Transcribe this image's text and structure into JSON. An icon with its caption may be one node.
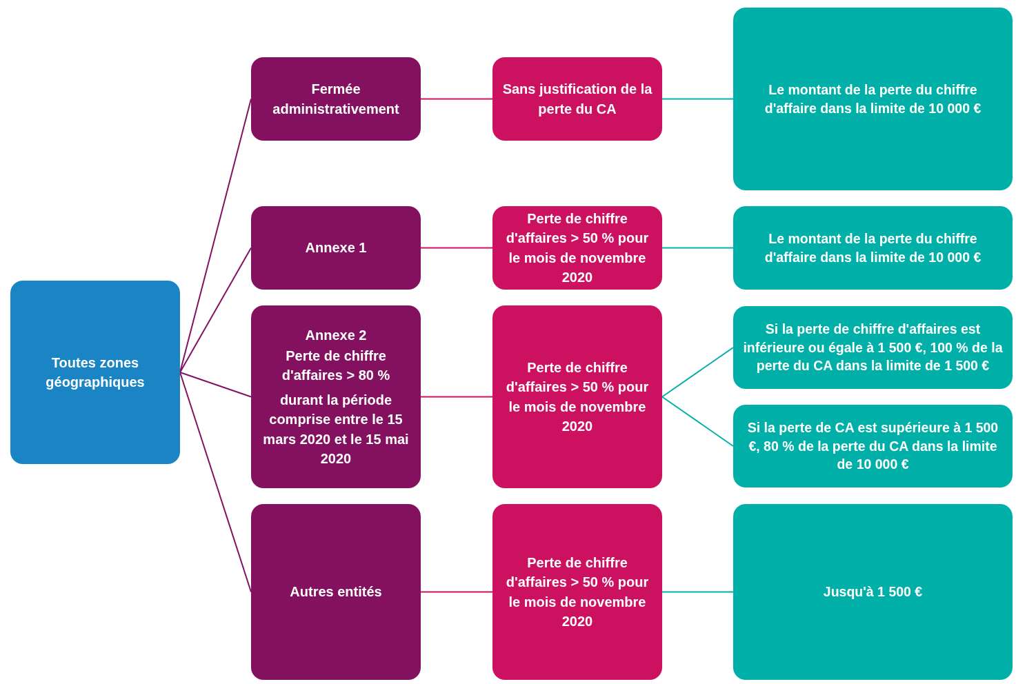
{
  "diagram": {
    "nodes": [
      {
        "text": [
          "Toutes zones géographiques"
        ]
      },
      {
        "text": [
          "Fermée administrativement"
        ]
      },
      {
        "text": [
          "Sans justification de la perte du CA"
        ]
      },
      {
        "text": [
          "Le montant de la perte du chiffre d'affaire dans la limite de 10 000 €"
        ]
      },
      {
        "text": [
          "Annexe 1"
        ]
      },
      {
        "text": [
          "Perte de chiffre d'affaires > 50 % pour le mois de novembre 2020"
        ]
      },
      {
        "text": [
          "Le montant de la perte du chiffre d'affaire dans la limite de 10 000 €"
        ]
      },
      {
        "text": [
          "Annexe 2",
          "Perte de chiffre d'affaires > 80 %",
          "durant la période comprise entre le 15 mars 2020 et le 15 mai 2020"
        ]
      },
      {
        "text": [
          "Perte de chiffre d'affaires > 50 % pour le mois de novembre 2020"
        ]
      },
      {
        "text": [
          "Si la perte de chiffre d'affaires est inférieure ou égale à 1 500 €, 100 % de la perte du CA dans la limite de 1 500 €"
        ]
      },
      {
        "text": [
          "Si la perte de CA est supérieure à 1 500 €, 80 % de la perte du CA dans la limite de 10 000 €"
        ]
      },
      {
        "text": [
          "Autres entités"
        ]
      },
      {
        "text": [
          "Perte de chiffre d'affaires > 50 % pour le mois de novembre 2020"
        ]
      },
      {
        "text": [
          "Jusqu'à 1 500 €"
        ]
      }
    ],
    "edges": [
      {
        "from": 0,
        "to": 1,
        "arrow": "none",
        "color": "#841060"
      },
      {
        "from": 0,
        "to": 4,
        "arrow": "none",
        "color": "#841060"
      },
      {
        "from": 0,
        "to": 7,
        "arrow": "none",
        "color": "#841060"
      },
      {
        "from": 0,
        "to": 11,
        "arrow": "none",
        "color": "#841060"
      },
      {
        "from": 1,
        "to": 2,
        "arrow": "none",
        "color": "#cc1160"
      },
      {
        "from": 4,
        "to": 5,
        "arrow": "none",
        "color": "#cc1160"
      },
      {
        "from": 7,
        "to": 8,
        "arrow": "none",
        "color": "#cc1160"
      },
      {
        "from": 11,
        "to": 12,
        "arrow": "none",
        "color": "#cc1160"
      },
      {
        "from": 2,
        "to": 3,
        "arrow": "none",
        "color": "#00b0a8"
      },
      {
        "from": 5,
        "to": 6,
        "arrow": "none",
        "color": "#00b0a8"
      },
      {
        "from": 8,
        "to": 9,
        "arrow": "none",
        "color": "#00b0a8"
      },
      {
        "from": 8,
        "to": 10,
        "arrow": "none",
        "color": "#00b0a8"
      },
      {
        "from": 12,
        "to": 13,
        "arrow": "none",
        "color": "#00b0a8"
      }
    ]
  }
}
